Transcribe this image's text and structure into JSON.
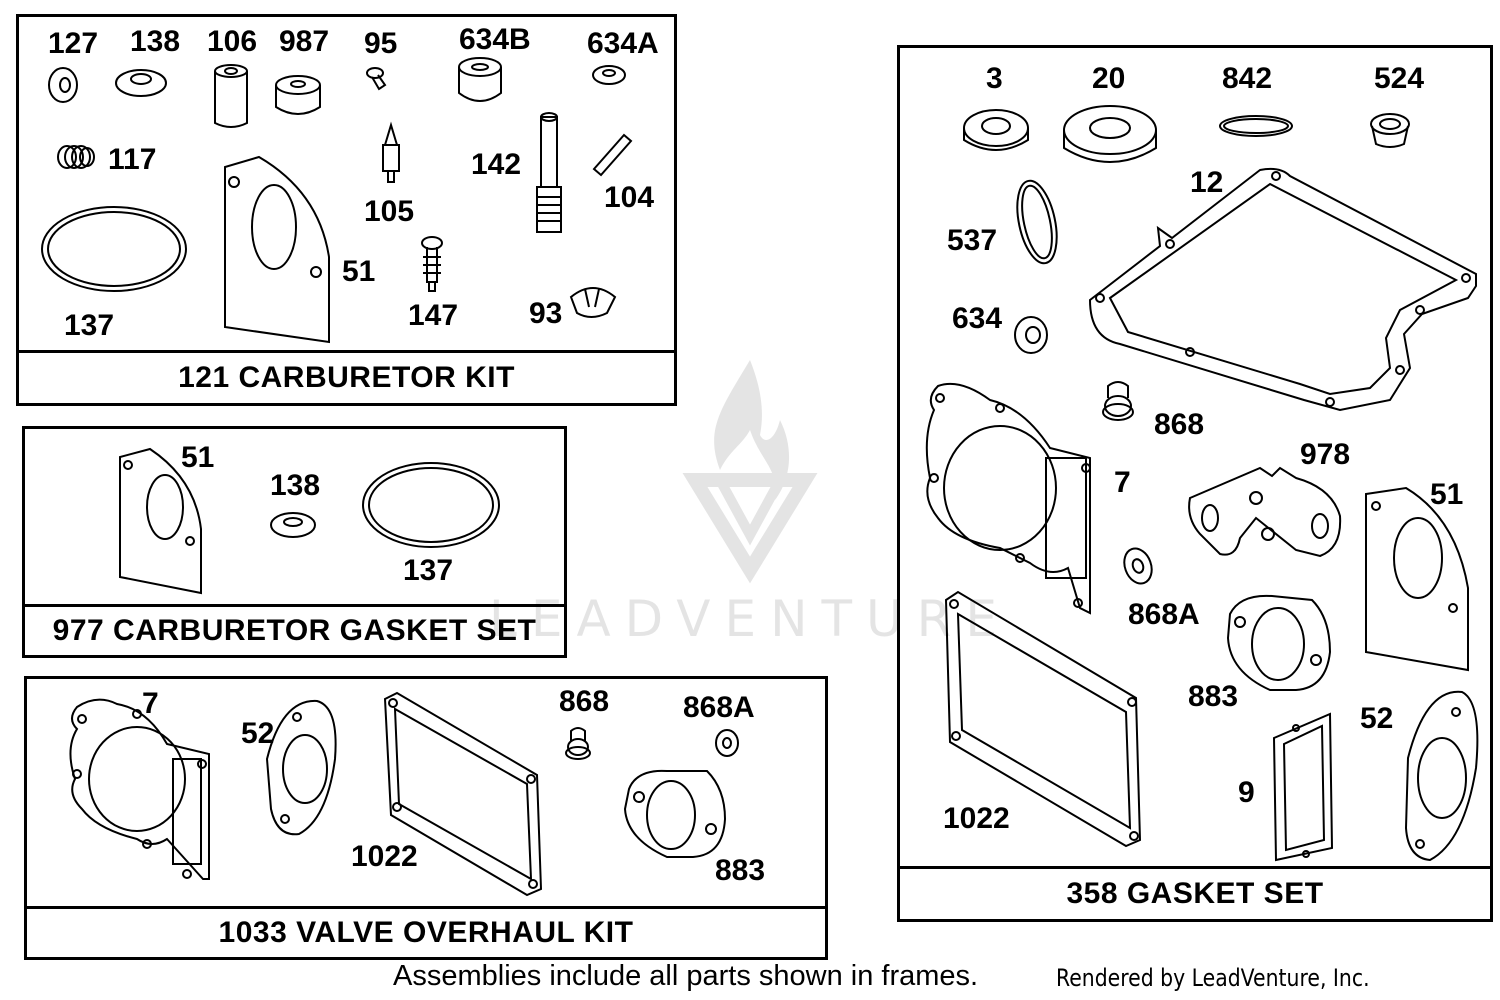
{
  "frames": {
    "carburetor_kit": {
      "title": "121 CARBURETOR KIT",
      "labels": [
        "127",
        "138",
        "106",
        "987",
        "95",
        "634B",
        "634A",
        "117",
        "142",
        "104",
        "105",
        "51",
        "147",
        "93",
        "137"
      ]
    },
    "carburetor_gasket_set": {
      "title": "977 CARBURETOR GASKET SET",
      "labels": [
        "51",
        "138",
        "137"
      ]
    },
    "valve_overhaul_kit": {
      "title": "1033 VALVE OVERHAUL KIT",
      "labels": [
        "7",
        "52",
        "868",
        "868A",
        "1022",
        "883"
      ]
    },
    "gasket_set": {
      "title": "358 GASKET SET",
      "labels": [
        "3",
        "20",
        "842",
        "524",
        "12",
        "537",
        "634",
        "868",
        "7",
        "978",
        "51",
        "868A",
        "883",
        "52",
        "9",
        "1022"
      ]
    }
  },
  "footer": {
    "note": "Assemblies include all parts shown in frames.",
    "credit": "Rendered by LeadVenture, Inc."
  },
  "watermark": {
    "text": "LEADVENTURE"
  },
  "colors": {
    "line": "#000000",
    "watermark": "#888888"
  }
}
